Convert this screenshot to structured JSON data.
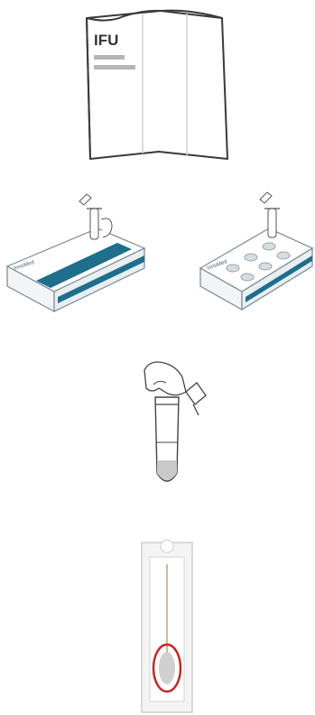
{
  "ifu": {
    "title": "IFU",
    "icon": "folded-leaflet"
  },
  "kits": {
    "left_brand": "InnoMed",
    "right_brand": "InnoMed",
    "accent_color": "#1e6e8c"
  },
  "tube": {
    "icon": "extraction-tube-with-cap"
  },
  "swab": {
    "icon": "swab-in-package",
    "highlight_color": "#c0282d"
  }
}
